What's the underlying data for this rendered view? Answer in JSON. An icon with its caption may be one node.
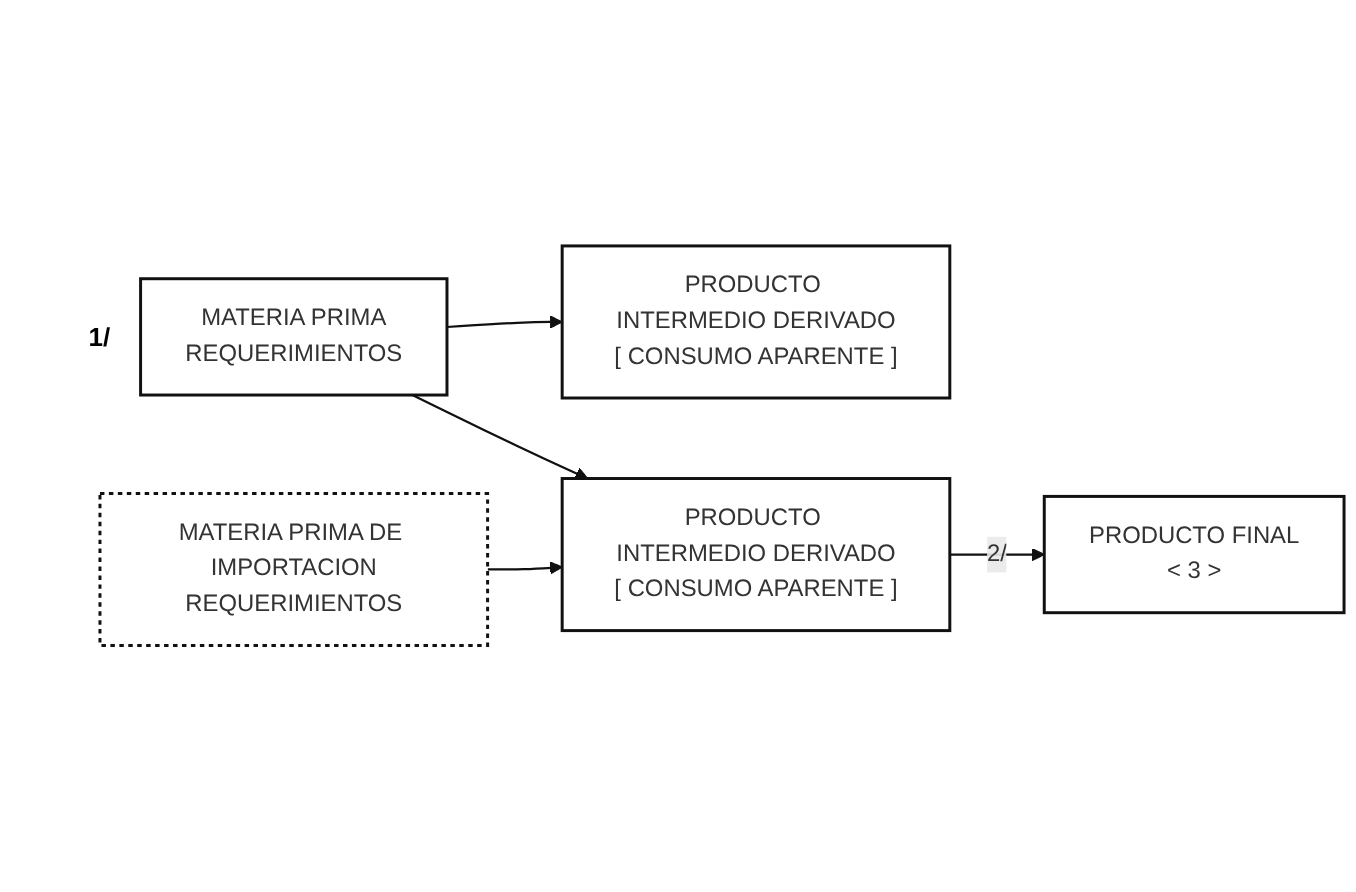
{
  "diagram": {
    "nodes": [
      {
        "text": [
          "PRODUCTO INTERMEDIO DERIVADO",
          "[ CONSUMO APARENTE ]"
        ]
      },
      {
        "text": [
          "MATERIA PRIMA",
          "REQUERIMIENTOS"
        ],
        "beside": [
          "1/"
        ]
      },
      {
        "text": [
          "PRODUCTO INTERMEDIO DERIVADO",
          "[ CONSUMO APARENTE ]"
        ]
      },
      {
        "text": [
          "PRODUCTO FINAL",
          "< 3 >"
        ]
      },
      {
        "text": [
          "MATERIA PRIMA DE IMPORTACION",
          "REQUERIMIENTOS"
        ]
      }
    ],
    "edges": [
      {
        "from": 1,
        "to": 0,
        "arrow": "to"
      },
      {
        "from": 1,
        "to": 2,
        "arrow": "to"
      },
      {
        "from": 2,
        "to": 3,
        "label": "2/",
        "arrow": "to"
      },
      {
        "from": 4,
        "to": 2,
        "arrow": "to"
      }
    ]
  }
}
